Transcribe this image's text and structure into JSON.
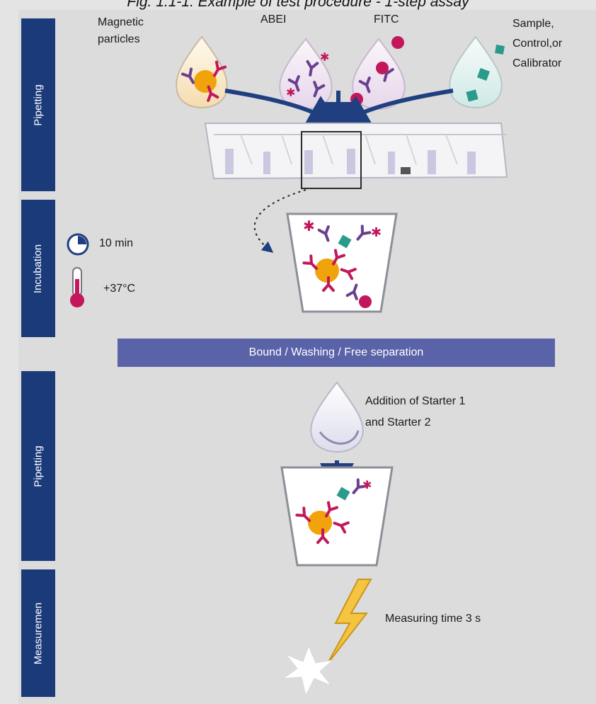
{
  "caption": "Fig. 1.1-1: Example of test procedure - 1-step assay",
  "stages": {
    "pipetting_1": "Pipetting",
    "incubation": "Incubation",
    "pipetting_2": "Pipetting",
    "measurement": "Measuremen"
  },
  "reagents": {
    "magnetic_line1": "Magnetic",
    "magnetic_line2": "particles",
    "abei": "ABEI",
    "fitc": "FITC",
    "sample_line1": "Sample,",
    "sample_line2": "Control,or",
    "sample_line3": "Calibrator"
  },
  "incubation": {
    "time": "10 min",
    "temperature": "+37°C"
  },
  "separation_banner": "Bound / Washing / Free separation",
  "starter": {
    "line1": "Addition of Starter 1",
    "line2": "and Starter 2"
  },
  "measurement_time": "Measuring time  3 s",
  "colors": {
    "stage_bar": "#1b3a7a",
    "banner": "#5a62a8",
    "arrow": "#1f3f80",
    "antibody": "#c2185b",
    "antibody_purple": "#6a3f8f",
    "particle": "#f0a30a",
    "antigen": "#2a9a8a"
  }
}
